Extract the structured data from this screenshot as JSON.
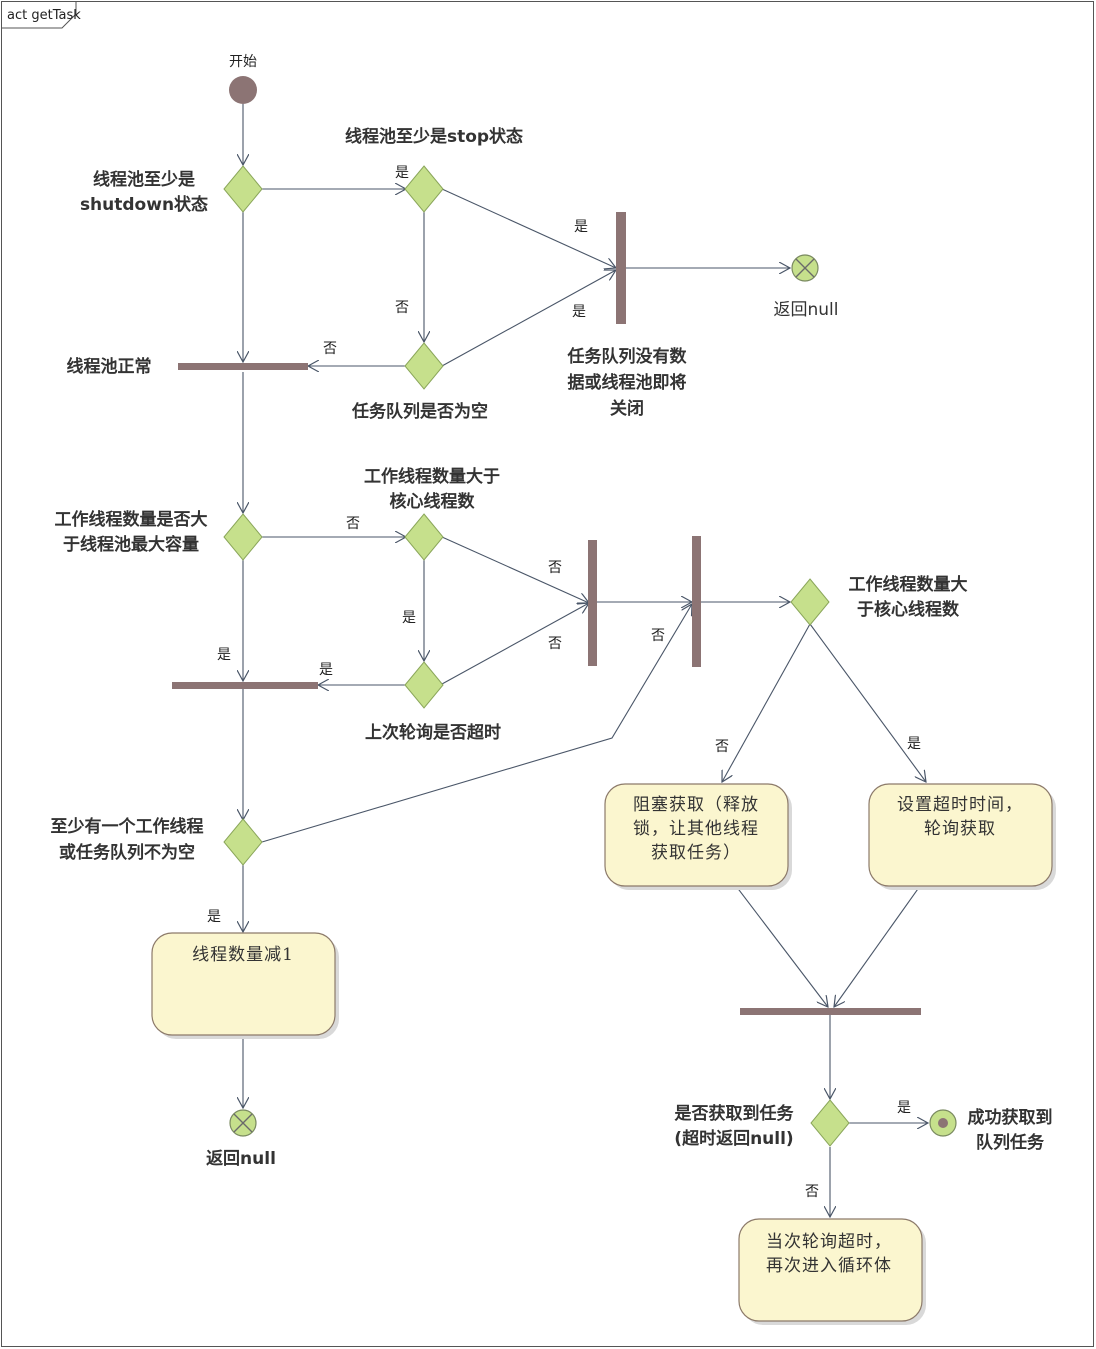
{
  "frame": {
    "title": "act getTask"
  },
  "labels": {
    "start": "开始",
    "d1": [
      "线程池至少是",
      "shutdown状态"
    ],
    "d2": "线程池至少是stop状态",
    "d3": "任务队列是否为空",
    "merge1": "线程池正常",
    "fork1_note": [
      "任务队列没有数",
      "据或线程池即将",
      "关闭"
    ],
    "end1": "返回null",
    "d4": [
      "工作线程数量是否大",
      "于线程池最大容量"
    ],
    "d5": [
      "工作线程数量大于",
      "核心线程数"
    ],
    "d6": "上次轮询是否超时",
    "d7": [
      "工作线程数量大",
      "于核心线程数"
    ],
    "d8": [
      "至少有一个工作线程",
      "或任务队列不为空"
    ],
    "a1": "线程数量减1",
    "end2": "返回null",
    "a2": [
      "阻塞获取（释放",
      "锁，让其他线程",
      "获取任务）"
    ],
    "a3": [
      "设置超时时间，",
      "轮询获取"
    ],
    "d9": [
      "是否获取到任务",
      "(超时返回null)"
    ],
    "final_ok": [
      "成功获取到",
      "队列任务"
    ],
    "a4": [
      "当次轮询超时，",
      "再次进入循环体"
    ]
  },
  "guards": {
    "yes": "是",
    "no": "否"
  },
  "colors": {
    "diamond": "#c6e08c",
    "bar": "#8c7474",
    "activity": "#fbf6cf",
    "start_node": "#8c7474",
    "end_node": "#c6e08c"
  }
}
